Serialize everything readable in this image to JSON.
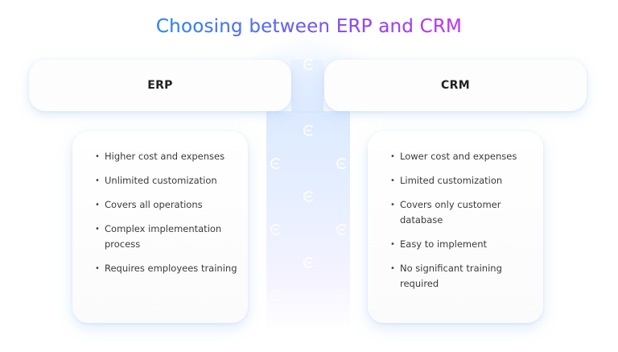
{
  "title": "Choosing between ERP and CRM",
  "colors": {
    "title_gradient_start": "#2a8cf0",
    "title_gradient_end": "#c43af2",
    "card_background": "#fdfdfd",
    "text": "#3a3a3a",
    "header_text": "#222222",
    "center_band": "#d6e6ff"
  },
  "columns": [
    {
      "header": "ERP",
      "items": [
        "Higher cost and expenses",
        "Unlimited customization",
        "Covers all operations",
        "Complex implementation process",
        "Requires employees training"
      ]
    },
    {
      "header": "CRM",
      "items": [
        "Lower cost and expenses",
        "Limited customization",
        "Covers only customer database",
        "Easy to implement",
        "No significant training required"
      ]
    }
  ],
  "bullet": "•",
  "decoration": {
    "watermark_icon": "e-logo-icon"
  }
}
